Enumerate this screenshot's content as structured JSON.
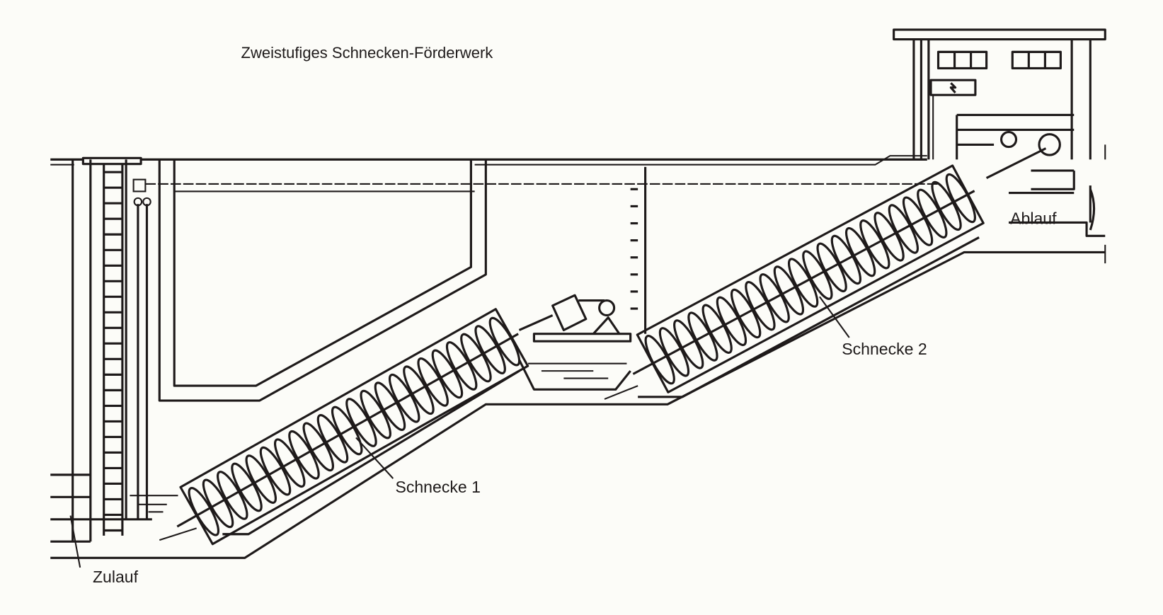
{
  "title": "Zweistufiges Schnecken-Förderwerk",
  "labels": {
    "screw1": "Schnecke 1",
    "screw2": "Schnecke 2",
    "inlet": "Zulauf",
    "outlet": "Ablauf"
  },
  "colors": {
    "ink": "#1e1a1a",
    "paper": "#fcfcf8"
  }
}
